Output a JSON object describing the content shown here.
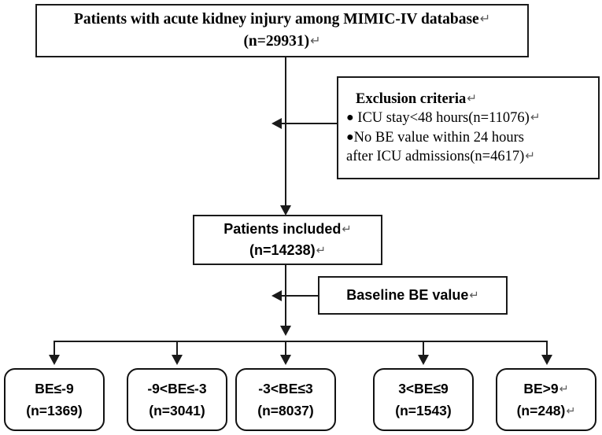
{
  "figure": {
    "type": "flowchart",
    "title": "Patient selection flow diagram",
    "return_mark": "↵"
  },
  "top_box": {
    "line1": "Patients with acute kidney injury among MIMIC-IV database",
    "line2": "(n=29931)",
    "n": 29931
  },
  "exclusion_box": {
    "title": "Exclusion criteria",
    "bullet": "●",
    "criteria": [
      {
        "text": "ICU stay<48 hours(n=11076)",
        "n": 11076
      },
      {
        "text": "No BE value within 24 hours after ICU admissions(n=4617)",
        "n": 4617
      }
    ],
    "criterion2_line1": "No  BE  value  within  24  hours",
    "criterion2_line2": "after ICU admissions(n=4617)"
  },
  "included_box": {
    "line1": "Patients included",
    "line2": "(n=14238)",
    "n": 14238
  },
  "baseline_box": {
    "label": "Baseline BE value"
  },
  "groups": [
    {
      "label": "BE≤-9",
      "count": "(n=1369)",
      "n": 1369
    },
    {
      "label": "-9<BE≤-3",
      "count": "(n=3041)",
      "n": 3041
    },
    {
      "label": "-3<BE≤3",
      "count": "(n=8037)",
      "n": 8037
    },
    {
      "label": "3<BE≤9",
      "count": "(n=1543)",
      "n": 1543
    },
    {
      "label": "BE>9",
      "count": "(n=248)",
      "n": 248
    }
  ],
  "colors": {
    "line": "#1a1a1a",
    "text": "#000000",
    "background": "#ffffff",
    "return_mark": "#5a5a5a"
  }
}
